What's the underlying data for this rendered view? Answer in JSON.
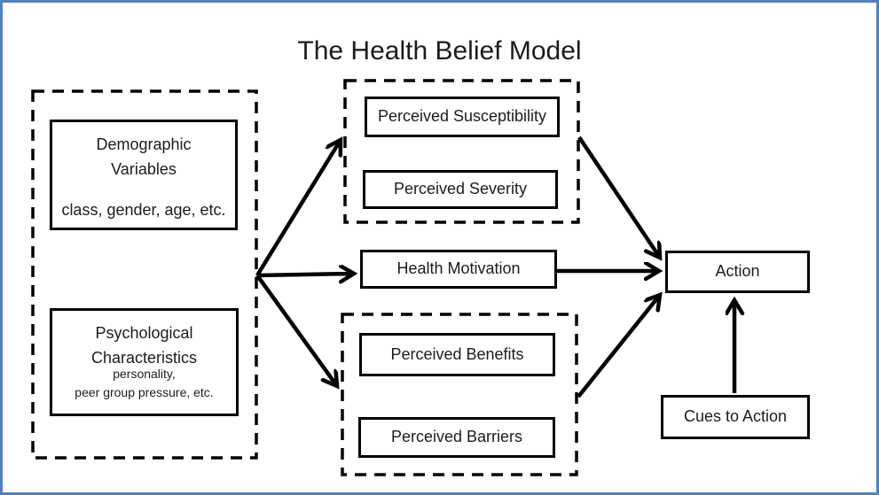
{
  "title": "The Health Belief Model",
  "colors": {
    "frame": "#4f81bd",
    "line": "#000000",
    "text": "#1c1c1c",
    "background": "#ffffff"
  },
  "nodes": {
    "demographic": {
      "title_line1": "Demographic",
      "title_line2": "Variables",
      "subtitle": "class, gender, age, etc."
    },
    "psychological": {
      "title_line1": "Psychological",
      "title_line2": "Characteristics",
      "subtitle_line1": "personality,",
      "subtitle_line2": "peer group pressure, etc."
    },
    "perceived_susceptibility": {
      "label": "Perceived Susceptibility"
    },
    "perceived_severity": {
      "label": "Perceived Severity"
    },
    "health_motivation": {
      "label": "Health Motivation"
    },
    "perceived_benefits": {
      "label": "Perceived Benefits"
    },
    "perceived_barriers": {
      "label": "Perceived Barriers"
    },
    "action": {
      "label": "Action"
    },
    "cues_to_action": {
      "label": "Cues to Action"
    }
  },
  "edges": [
    {
      "from": "variables-group",
      "to": "perceived-threat-group"
    },
    {
      "from": "variables-group",
      "to": "health-motivation"
    },
    {
      "from": "variables-group",
      "to": "benefits-barriers-group"
    },
    {
      "from": "perceived-threat-group",
      "to": "action"
    },
    {
      "from": "health-motivation",
      "to": "action"
    },
    {
      "from": "benefits-barriers-group",
      "to": "action"
    },
    {
      "from": "cues-to-action",
      "to": "action"
    }
  ]
}
